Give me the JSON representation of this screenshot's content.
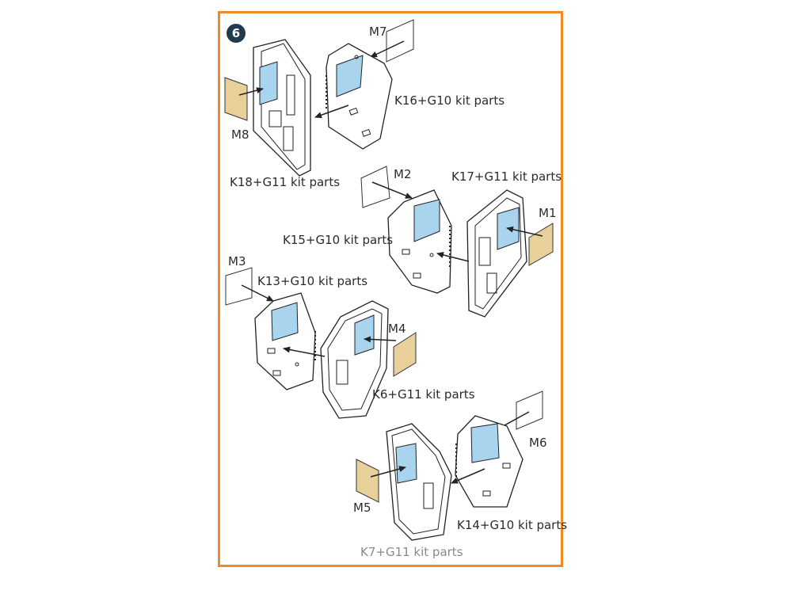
{
  "step": {
    "number": "6"
  },
  "labels": {
    "m7": "M7",
    "k16": "K16+G10 kit parts",
    "m8": "M8",
    "k18": "K18+G11 kit parts",
    "m2": "M2",
    "k17": "K17+G11 kit parts",
    "m1": "M1",
    "k15": "K15+G10 kit parts",
    "m3": "M3",
    "k13": "K13+G10 kit parts",
    "m4": "M4",
    "k6": "K6+G11 kit parts",
    "m6": "M6",
    "m5": "M5",
    "k14": "K14+G10 kit parts",
    "k7": "K7+G11 kit parts"
  },
  "colors": {
    "frame_border": "#f08a24",
    "step_badge": "#1f3b4d",
    "window_glass": "#a9d4ee",
    "tan_mask": "#e8d09a",
    "line": "#222222"
  }
}
